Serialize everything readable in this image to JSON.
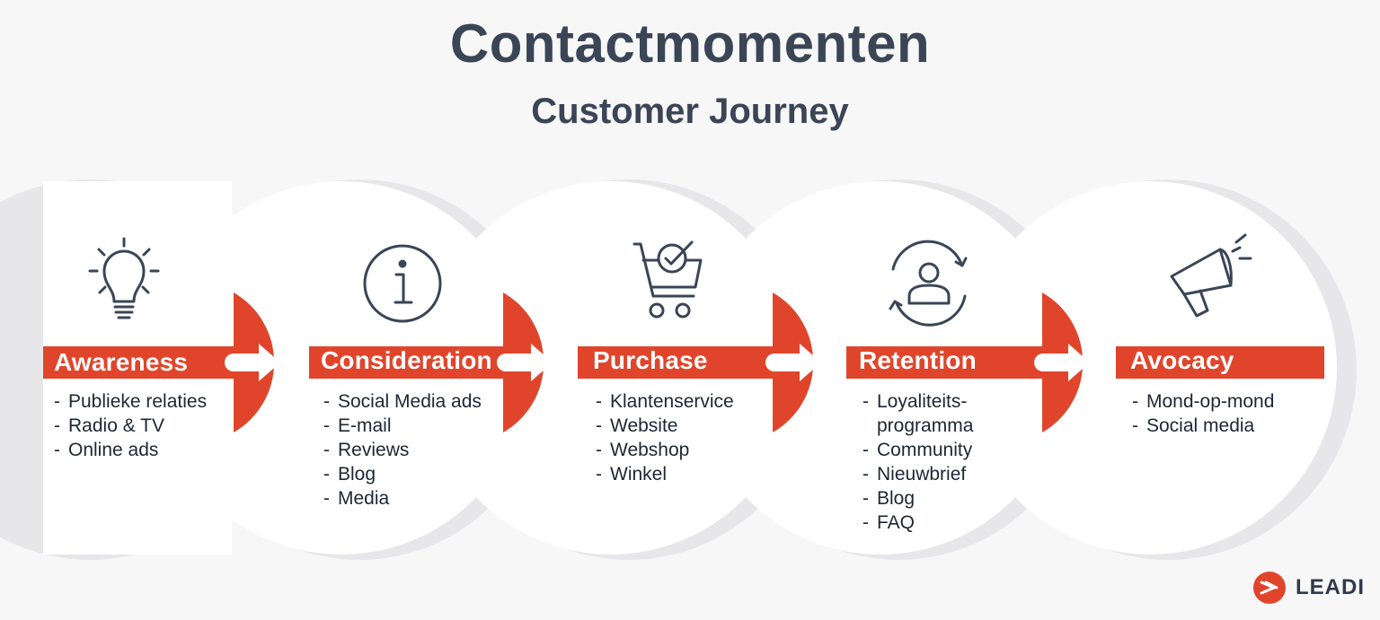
{
  "title": "Contactmomenten",
  "subtitle": "Customer Journey",
  "colors": {
    "accent": "#e0452b",
    "accent_dark": "#c8361f",
    "text": "#3a4556",
    "circle": "#ffffff",
    "circle_shadow": "#e6e6e8"
  },
  "stages": [
    {
      "label": "Awareness",
      "icon": "lightbulb-icon",
      "items": [
        "Publieke relaties",
        "Radio & TV",
        "Online ads"
      ]
    },
    {
      "label": "Consideration",
      "icon": "info-icon",
      "items": [
        "Social Media ads",
        "E-mail",
        "Reviews",
        "Blog",
        "Media"
      ]
    },
    {
      "label": "Purchase",
      "icon": "shopping-cart-check-icon",
      "items": [
        "Klantenservice",
        "Website",
        "Webshop",
        "Winkel"
      ]
    },
    {
      "label": "Retention",
      "icon": "user-cycle-icon",
      "items": [
        "Loyaliteits-",
        "programma",
        "Community",
        "Nieuwbrief",
        "Blog",
        "FAQ"
      ]
    },
    {
      "label": "Avocacy",
      "icon": "megaphone-icon",
      "items": [
        "Mond-op-mond",
        "Social media"
      ]
    }
  ],
  "logo": {
    "text": "LEADI",
    "icon": "leadi-logo-icon"
  }
}
